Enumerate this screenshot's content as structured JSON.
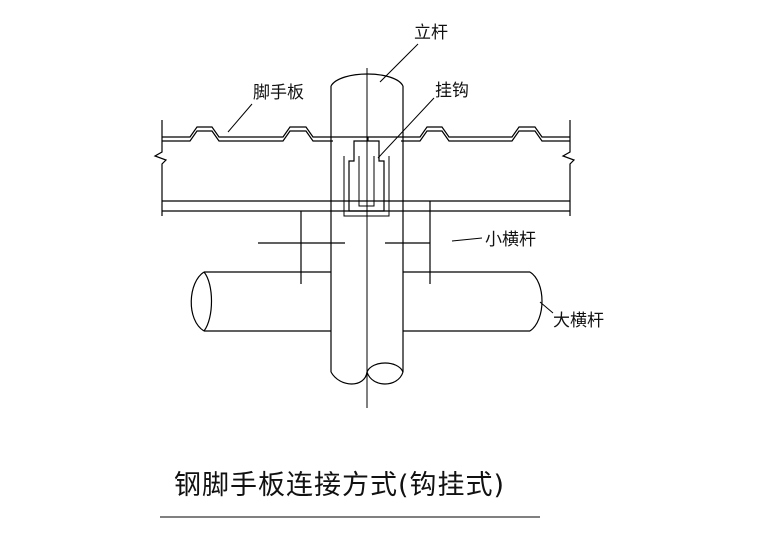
{
  "labels": {
    "upright": "立杆",
    "board": "脚手板",
    "hook": "挂钩",
    "small_ledger": "小横杆",
    "large_ledger": "大横杆"
  },
  "caption": "钢脚手板连接方式(钩挂式)"
}
